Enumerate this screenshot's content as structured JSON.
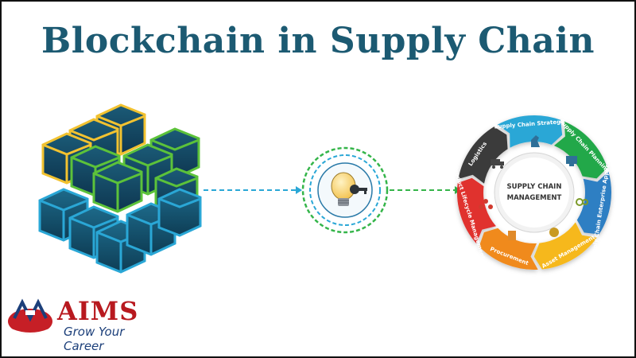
{
  "title": "Blockchain in Supply Chain",
  "hub": {
    "line1": "SUPPLY CHAIN",
    "line2": "MANAGEMENT"
  },
  "segments": [
    {
      "label": "Supply Chain Strategy",
      "color": "#2aa7d6"
    },
    {
      "label": "Supply Chain Planning",
      "color": "#23a84a"
    },
    {
      "label": "Supply Chain Enterprise Applications",
      "color": "#2f7fc3"
    },
    {
      "label": "Asset Management",
      "color": "#f6b81a"
    },
    {
      "label": "Procurement",
      "color": "#f08a1d"
    },
    {
      "label": "Product Lifecycle Management",
      "color": "#e0312d"
    },
    {
      "label": "Logistics",
      "color": "#3b3b3b"
    }
  ],
  "logo": {
    "name": "AIMS",
    "tagline": "Grow Your Career"
  }
}
